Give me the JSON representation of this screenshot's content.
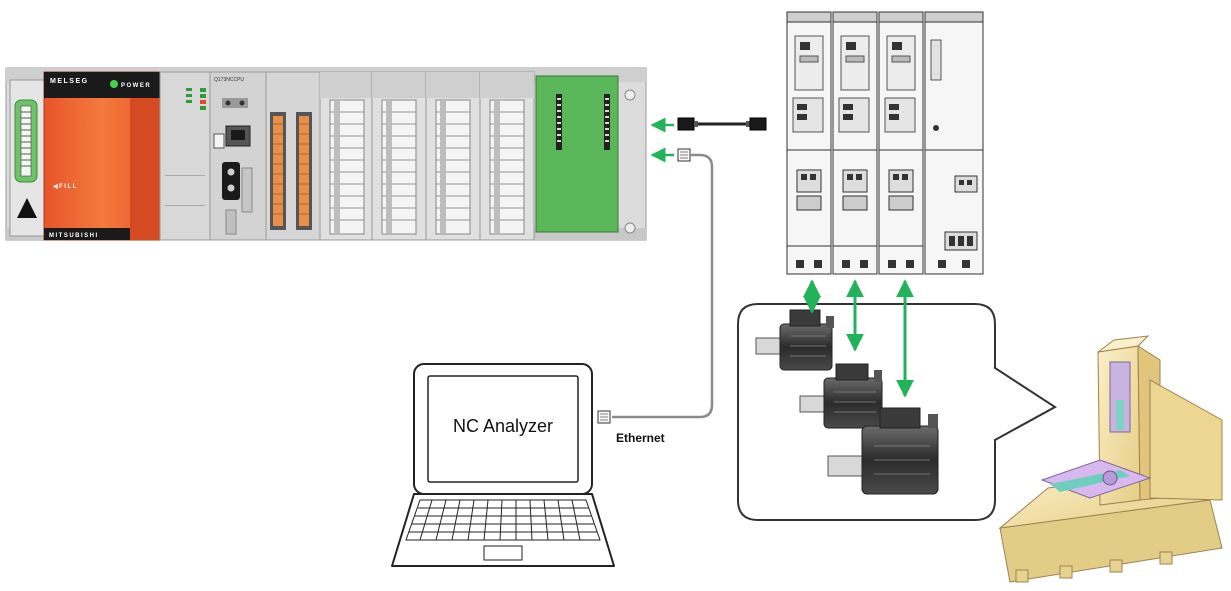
{
  "plc": {
    "brand_top": "MELSEG",
    "power_label": "POWER",
    "brand_bottom": "MITSUBISHI",
    "fill_label": "◀FILL",
    "cpu_model": "Q173NCCPU"
  },
  "laptop": {
    "screen_text": "NC Analyzer"
  },
  "network": {
    "ethernet_label": "Ethernet"
  },
  "colors": {
    "arrow_green": "#22b35a",
    "cable_gray": "#8a8a8a",
    "power_supply_orange": "#f26a2e",
    "io_board_green": "#4caf50",
    "machine_tan": "#f1dc9c"
  },
  "icons": [
    "ethernet-connector-icon",
    "optical-connector-icon",
    "double-arrow-icon",
    "callout-bubble-icon"
  ]
}
